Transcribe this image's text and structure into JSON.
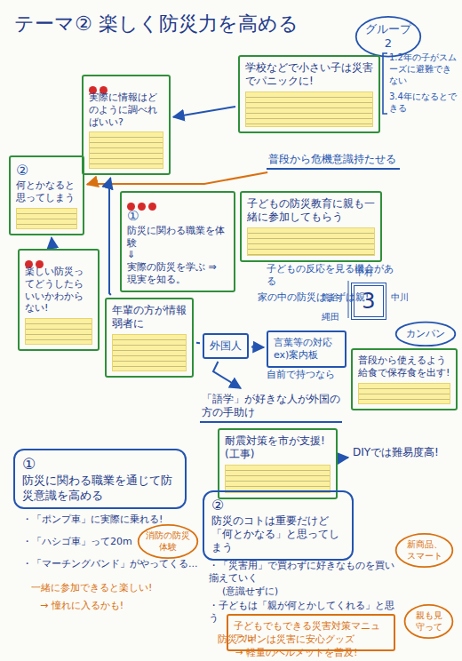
{
  "diagram": {
    "title": "テーマ② 楽しく防災力を高める",
    "nodes": [
      {
        "text": [
          "グループ2"
        ]
      },
      {
        "text": [
          "実際に情報はどのように調べればいい?"
        ]
      },
      {
        "text": [
          "学校などで小さい子は災害でパニックに!"
        ]
      },
      {
        "text": [
          "普段から危機意識持たせる"
        ]
      },
      {
        "text": [
          "②",
          "何とかなると思ってしまう"
        ]
      },
      {
        "text": [
          "①",
          "防災に関わる職業を体験",
          "⇓",
          "実際の防災を学ぶ ⇒ 現実を知る。"
        ]
      },
      {
        "text": [
          "子どもの防災教育に親も一緒に参加してもらう"
        ]
      },
      {
        "text": [
          "楽しい防災ってどうしたらいいかわからない!"
        ]
      },
      {
        "text": [
          "年輩の方が情報弱者に"
        ]
      },
      {
        "text": [
          "外国人"
        ]
      },
      {
        "text": [
          "言葉等の対応 ex)案内板"
        ]
      },
      {
        "text": [
          "「語学」が好きな人が外国の方の手助け"
        ]
      },
      {
        "text": [
          "3"
        ]
      },
      {
        "text": [
          "カンパン"
        ]
      },
      {
        "text": [
          "普段から使えるよう給食で保存食を出す!"
        ]
      },
      {
        "text": [
          "耐震対策を市が支援!(工事)"
        ]
      },
      {
        "text": [
          "DIYでは難易度高!"
        ]
      },
      {
        "text": [
          "①",
          "防災に関わる職業を通じて防災意識を高める"
        ]
      },
      {
        "text": [
          "消防の防災体験"
        ]
      },
      {
        "text": [
          "②",
          "防災のコトは重要だけど「何とかなる」と思ってしまう"
        ]
      },
      {
        "text": [
          "新商品、スマート"
        ]
      },
      {
        "text": [
          "子どもでもできる災害対策マニュアル!"
        ]
      },
      {
        "text": [
          "親も見守って"
        ]
      }
    ],
    "edges": [
      {
        "from": 2,
        "to": 1,
        "arrow": "to"
      },
      {
        "from": 3,
        "to": 4,
        "arrow": "to"
      },
      {
        "from": 8,
        "to": 1,
        "arrow": "to"
      },
      {
        "from": 7,
        "to": 4,
        "arrow": "to"
      },
      {
        "from": 8,
        "to": 9,
        "arrow": "none"
      },
      {
        "from": 9,
        "to": 10,
        "arrow": "to"
      },
      {
        "from": 9,
        "to": 11,
        "arrow": "to"
      },
      {
        "from": 15,
        "to": 16,
        "arrow": "to"
      }
    ],
    "labels": [
      "1.2年の子がスムーズに避難できない",
      "3.4年になるとできる",
      "子どもの反応を見る機会がある",
      "家の中の防災はまずは親!",
      "自前で持つなら",
      "中村",
      "熊谷",
      "中川",
      "縄田",
      "・「ポンプ車」に実際に乗れる!",
      "・「ハシゴ車」って20m",
      "・「マーチングバンド」がやってくる…",
      "一緒に参加できると楽しい!",
      "→ 憧れに入るかも!",
      "・「災害用」で買わずに好きなものを買い揃えていく",
      "(意識せずに)",
      "・子どもは「親が何とかしてくれる」と思う",
      "防災ズキンは災害に安心グッズ",
      "→ 軽量のヘルメットを普及!"
    ]
  }
}
